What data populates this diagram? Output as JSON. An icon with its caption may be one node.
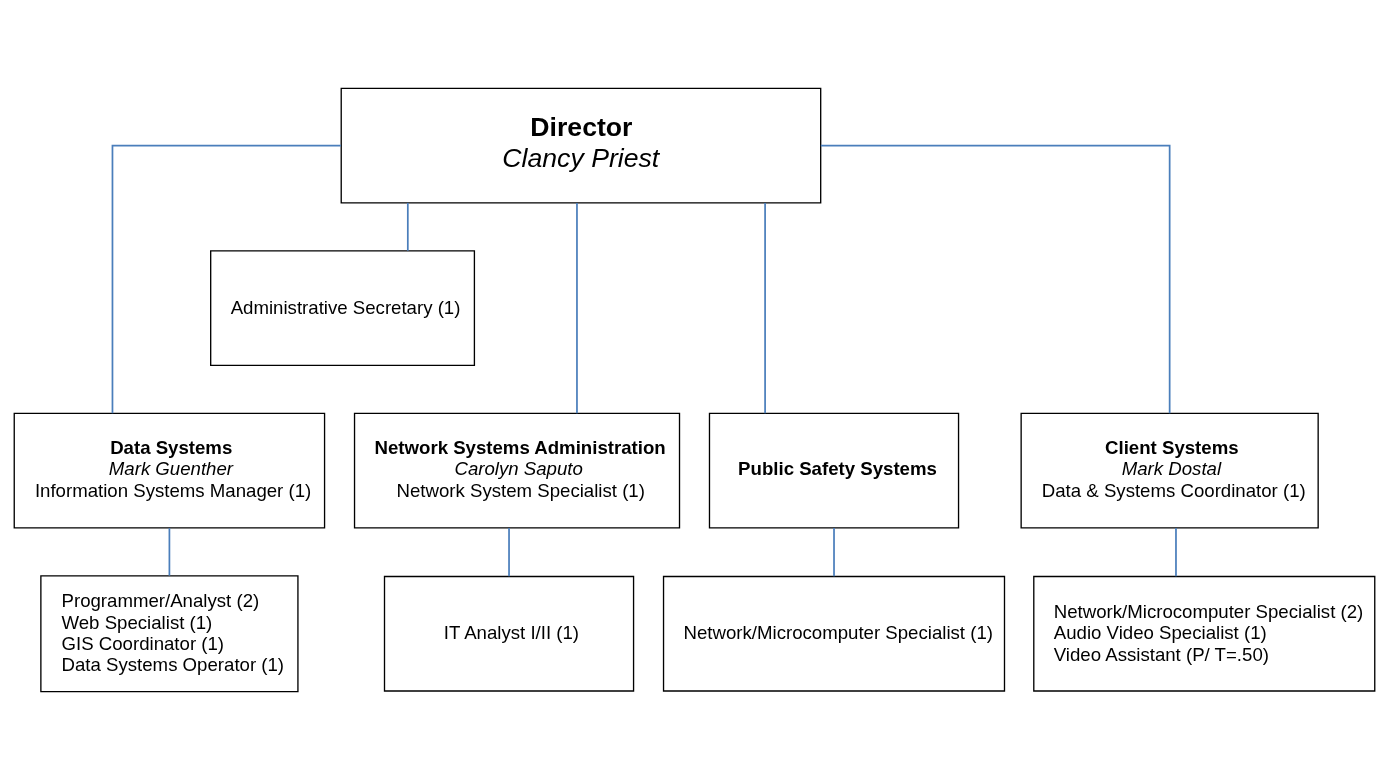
{
  "diagram": {
    "nodes": [
      {
        "text": [
          "Director",
          "Clancy Priest"
        ]
      },
      {
        "text": [
          "Administrative Secretary (1)"
        ]
      },
      {
        "text": [
          "Data Systems",
          "Mark Guenther",
          "Information Systems Manager (1)"
        ]
      },
      {
        "text": [
          "Network Systems Administration",
          "Carolyn Saputo",
          "Network System Specialist (1)"
        ]
      },
      {
        "text": [
          "Public Safety Systems"
        ]
      },
      {
        "text": [
          "Client Systems",
          "Mark Dostal",
          "Data & Systems Coordinator (1)"
        ]
      },
      {
        "text": [
          "Programmer/Analyst (2)",
          "Web Specialist (1)",
          "GIS Coordinator (1)",
          "Data Systems Operator (1)"
        ]
      },
      {
        "text": [
          "IT Analyst I/II (1)"
        ]
      },
      {
        "text": [
          "Network/Microcomputer Specialist (1)"
        ]
      },
      {
        "text": [
          "Network/Microcomputer Specialist (2)",
          "Audio Video Specialist (1)",
          "Video Assistant (P/ T=.50)"
        ]
      }
    ],
    "edges": [
      {
        "from": 0,
        "to": 1,
        "arrow": "none",
        "color": "#4a7ebb"
      },
      {
        "from": 0,
        "to": 2,
        "arrow": "none",
        "color": "#4a7ebb"
      },
      {
        "from": 0,
        "to": 3,
        "arrow": "none",
        "color": "#4a7ebb"
      },
      {
        "from": 0,
        "to": 4,
        "arrow": "none",
        "color": "#4a7ebb"
      },
      {
        "from": 0,
        "to": 5,
        "arrow": "none",
        "color": "#4a7ebb"
      },
      {
        "from": 2,
        "to": 6,
        "arrow": "none",
        "color": "#4a7ebb"
      },
      {
        "from": 3,
        "to": 7,
        "arrow": "none",
        "color": "#4a7ebb"
      },
      {
        "from": 4,
        "to": 8,
        "arrow": "none",
        "color": "#4a7ebb"
      },
      {
        "from": 5,
        "to": 9,
        "arrow": "none",
        "color": "#4a7ebb"
      }
    ]
  }
}
